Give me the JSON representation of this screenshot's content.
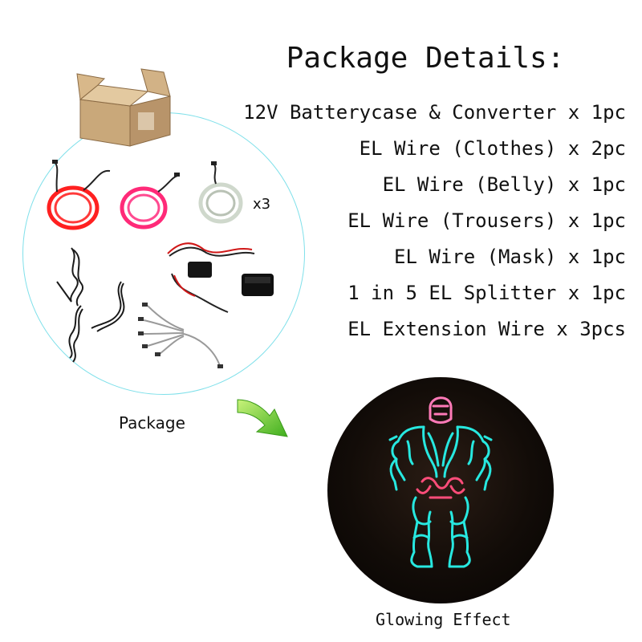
{
  "title": "Package Details:",
  "items": [
    "12V Batterycase & Converter x 1pc",
    "EL Wire (Clothes) x 2pc",
    "EL Wire (Belly) x 1pc",
    "EL Wire (Trousers) x 1pc",
    "EL Wire (Mask) x 1pc",
    "1 in 5 EL Splitter x 1pc",
    "EL Extension Wire x 3pcs"
  ],
  "package_caption": "Package",
  "glow_caption": "Glowing Effect",
  "multiplier_label": "x3",
  "colors": {
    "circle_border": "#7fe0ea",
    "wire_red": "#ff2020",
    "wire_pink": "#ff2a78",
    "wire_white": "#e8efe6",
    "glow_cyan": "#27e8e0",
    "glow_pink": "#ff7ab8",
    "arrow_green": "#6cd13a"
  },
  "icons": [
    "cardboard-box-icon",
    "down-right-arrow-icon"
  ]
}
